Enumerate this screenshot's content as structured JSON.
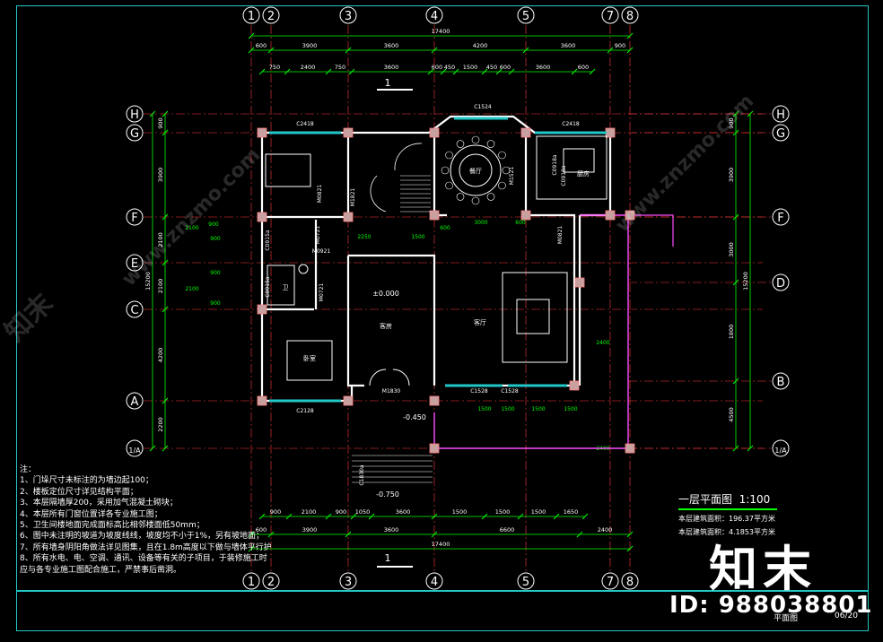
{
  "drawing": {
    "title": "一层平面图",
    "scale": "1:100",
    "area_line_1": "本层建筑面积：196.37平方米",
    "area_line_2": "本层建筑面积：4.1853平方米",
    "sheet_number": "06/20",
    "sheet_label": "平面图",
    "colors": {
      "background": "#000000",
      "frame": "#22c7c7",
      "walls": "#ffffff",
      "dimensions": "#00ff00",
      "axis_lines": "#ff3b3b",
      "axis_bubbles": "#ffffff",
      "windows": "#22c7c7",
      "furniture": "#ffffff",
      "columns": "#c8a0a0",
      "stairs": "#c040c0"
    }
  },
  "axes": {
    "vertical": [
      "1",
      "2",
      "3",
      "4",
      "5",
      "7",
      "8"
    ],
    "horizontal": [
      "H",
      "G",
      "F",
      "E",
      "C",
      "A",
      "1/A",
      "D",
      "B"
    ]
  },
  "dimensions": {
    "top_total": "17400",
    "top_row": [
      "600",
      "3900",
      "3600",
      "4200",
      "3600",
      "900"
    ],
    "top_detail": [
      "750",
      "2400",
      "750",
      "3600",
      "600",
      "450",
      "1500",
      "450",
      "600",
      "3600",
      "600"
    ],
    "bottom_total": "17400",
    "bottom_row": [
      "600",
      "3900",
      "3600",
      "6600",
      "2400"
    ],
    "bottom_detail": [
      "900",
      "2100",
      "900",
      "1050",
      "3600",
      "1500",
      "1500",
      "1500",
      "1650"
    ],
    "left_side": [
      "900",
      "3900",
      "2100",
      "2100",
      "4200",
      "2200"
    ],
    "left_total": "15200",
    "right_side": [
      "900",
      "3900",
      "3000",
      "1800",
      "4500"
    ],
    "right_total": "15200"
  },
  "rooms": [
    {
      "label": "餐厅"
    },
    {
      "label": "厨房"
    },
    {
      "label": "客厅"
    },
    {
      "label": "客房"
    },
    {
      "label": "卧室"
    },
    {
      "label": "卫"
    }
  ],
  "openings": [
    "C2418",
    "C1524",
    "C2418",
    "C2128",
    "C1528",
    "C1528",
    "M1830",
    "M0921",
    "M0721",
    "M0721",
    "M0821",
    "M0821",
    "M1521",
    "M1821",
    "C0915a",
    "C0915a",
    "C0918a",
    "C0918a",
    "C1830a"
  ],
  "levels": [
    "±0.000",
    "-0.450",
    "-0.750"
  ],
  "section_marks": [
    "1",
    "1"
  ],
  "notes": {
    "heading": "注：",
    "items": [
      "1、门垛尺寸未标注的为墙边起100；",
      "2、楼板定位尺寸详见结构平面；",
      "3、本层隔墙厚200，采用加气混凝土砌块；",
      "4、本层所有门窗位置详各专业施工图；",
      "5、卫生间楼地面完成面标高比相邻楼面低50mm；",
      "6、图中未注明的坡道为坡度线线，坡度均不小于1%，另有坡地面；",
      "7、所有墙身阴阳角做法详见图集，且在1.8m高度以下做与墙体平行护角；",
      "8、所有水电、电、空调、通讯、设备等有关的子项目，于装修施工时",
      "   应与各专业施工图配合施工，严禁事后凿洞。"
    ]
  },
  "branding": {
    "logo_text": "知末",
    "id_text": "ID: 988038801",
    "watermark_text": "www.znzmo.com"
  }
}
